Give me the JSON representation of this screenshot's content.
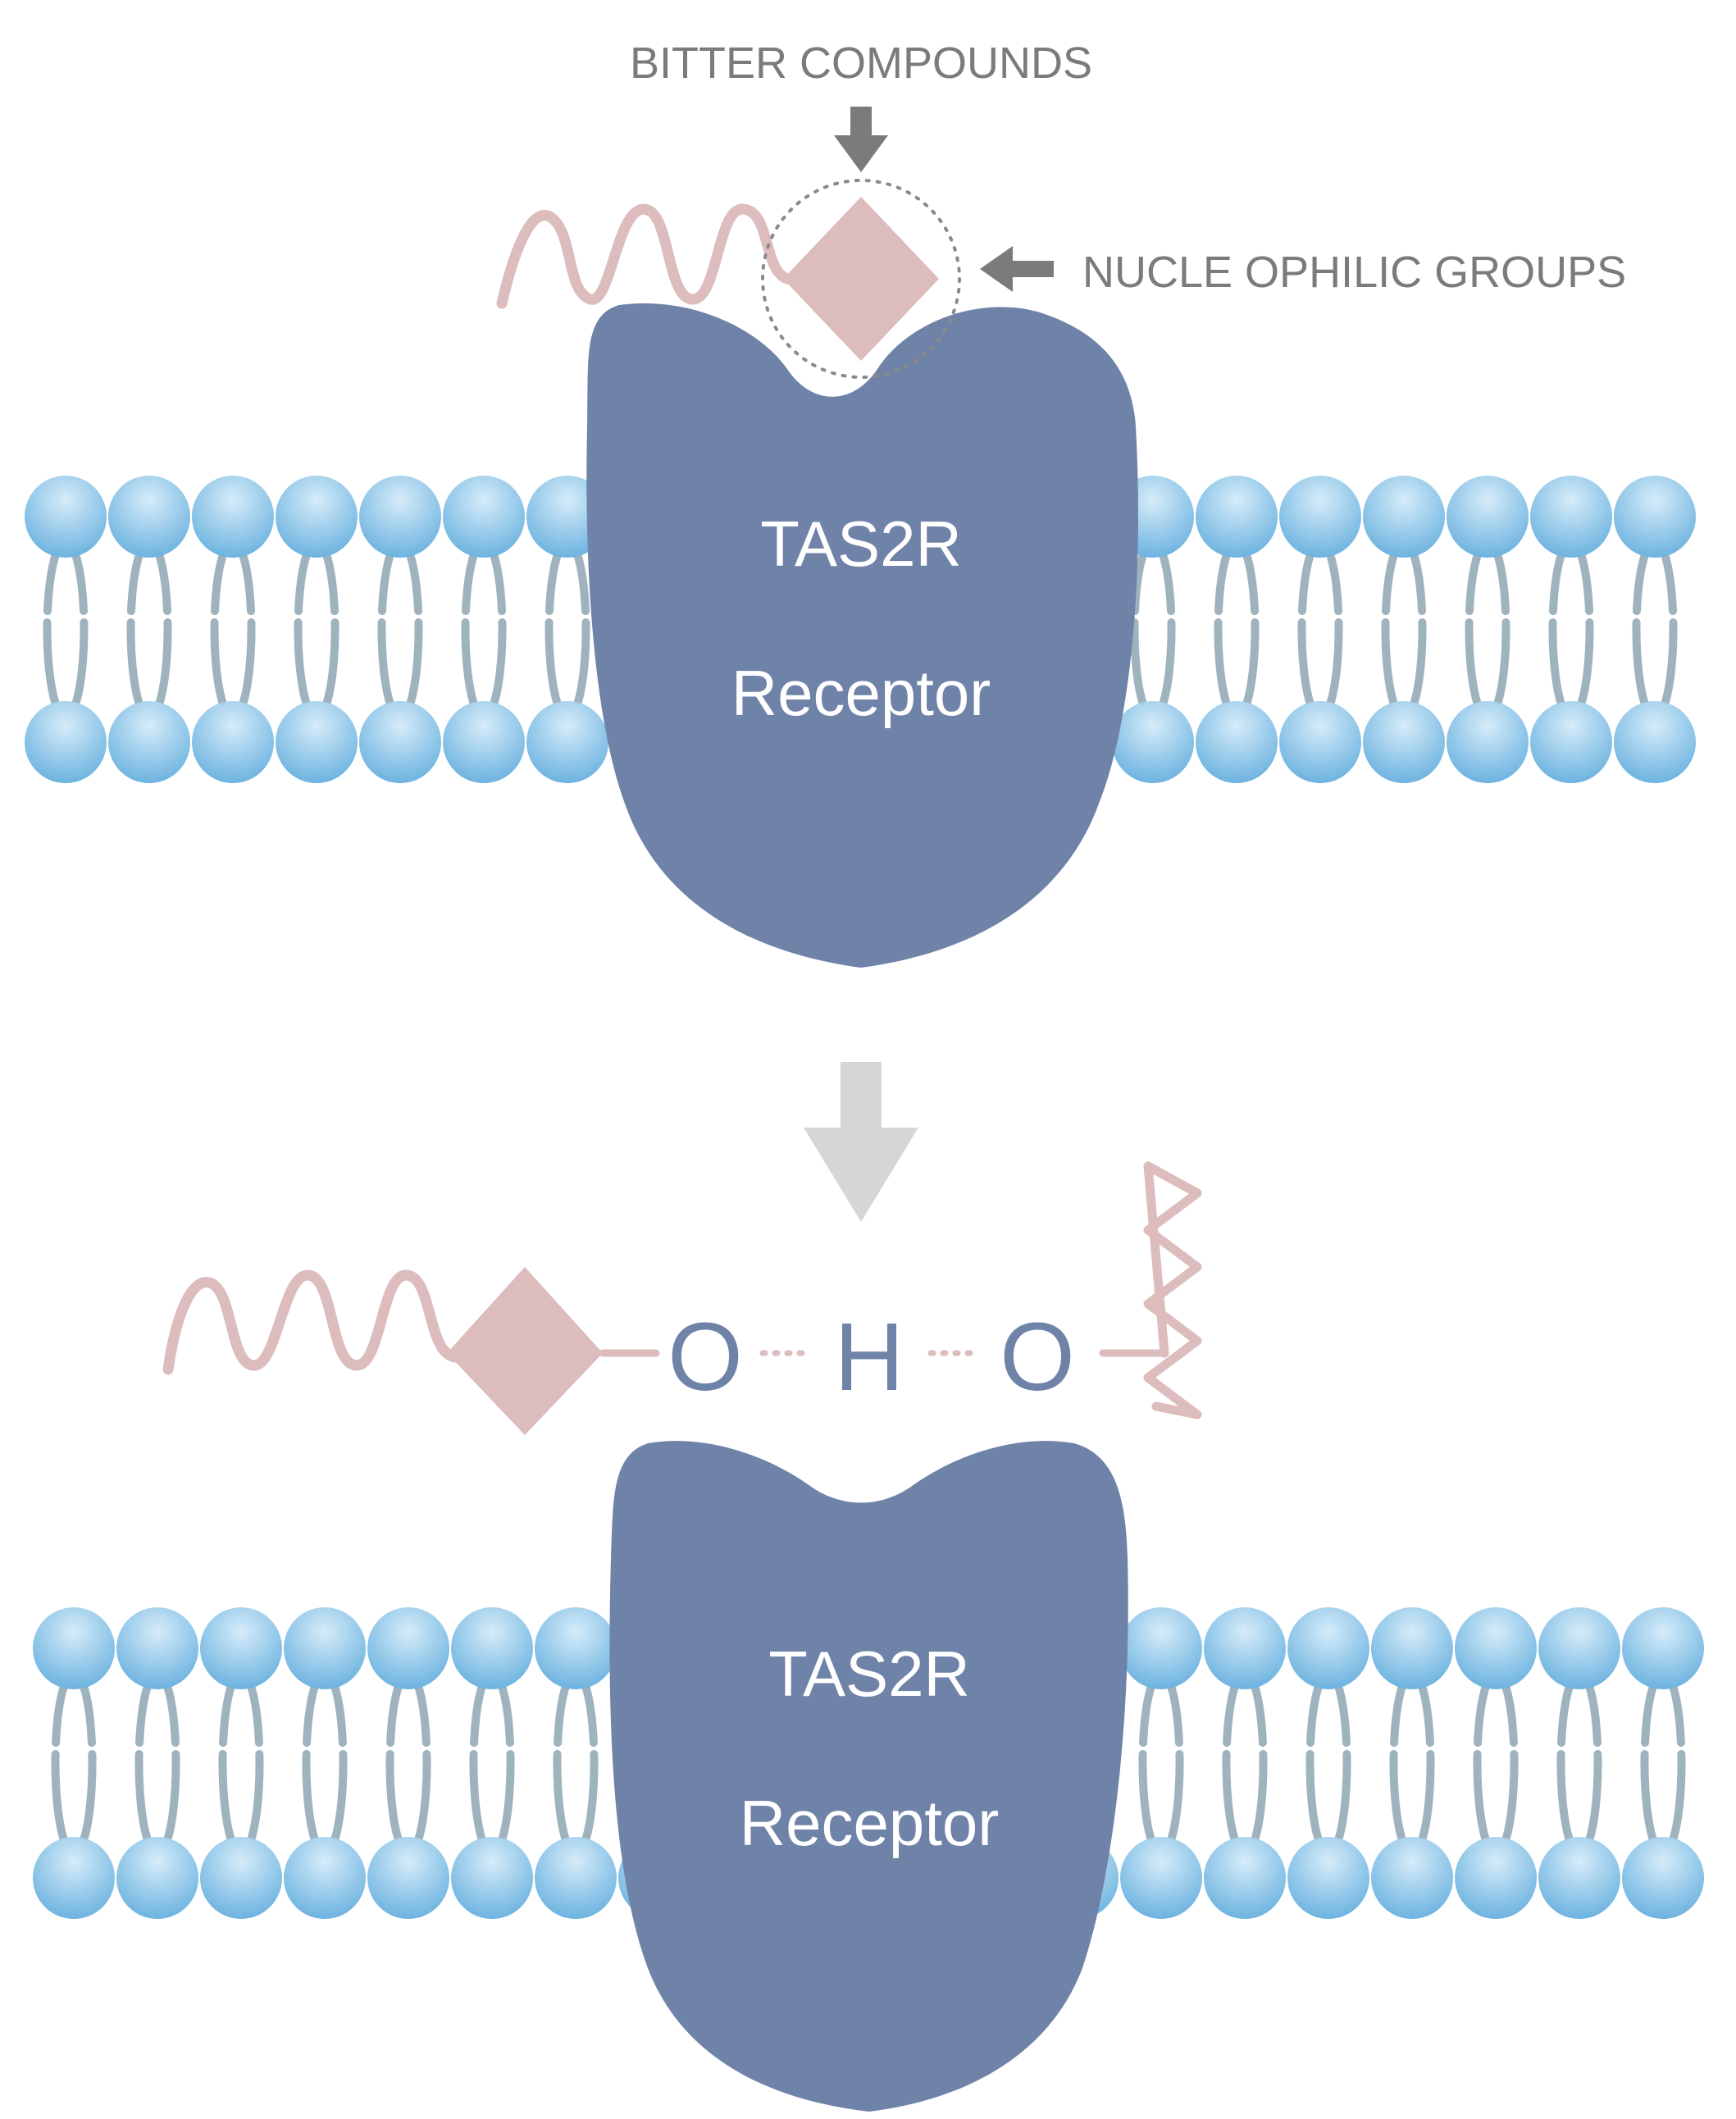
{
  "labels": {
    "bitter_compounds": "BITTER COMPOUNDS",
    "nucleophilic_groups": "NUCLE OPHILIC GROUPS"
  },
  "top_panel": {
    "receptor_line1": "TAS2R",
    "receptor_line2": "Receptor"
  },
  "bottom_panel": {
    "receptor_line1": "TAS2R",
    "receptor_line2": "Receptor",
    "bond": {
      "atom_left": "O",
      "atom_middle": "H",
      "atom_right": "O"
    }
  },
  "colors": {
    "receptor": "#6f82a8",
    "ligand": "#dcbcbc",
    "lipid_head": "#7ab8e2",
    "lipid_tail": "#9fb3be",
    "annotation_arrow": "#7b7b7b",
    "transition_arrow": "#d6d6d6"
  }
}
